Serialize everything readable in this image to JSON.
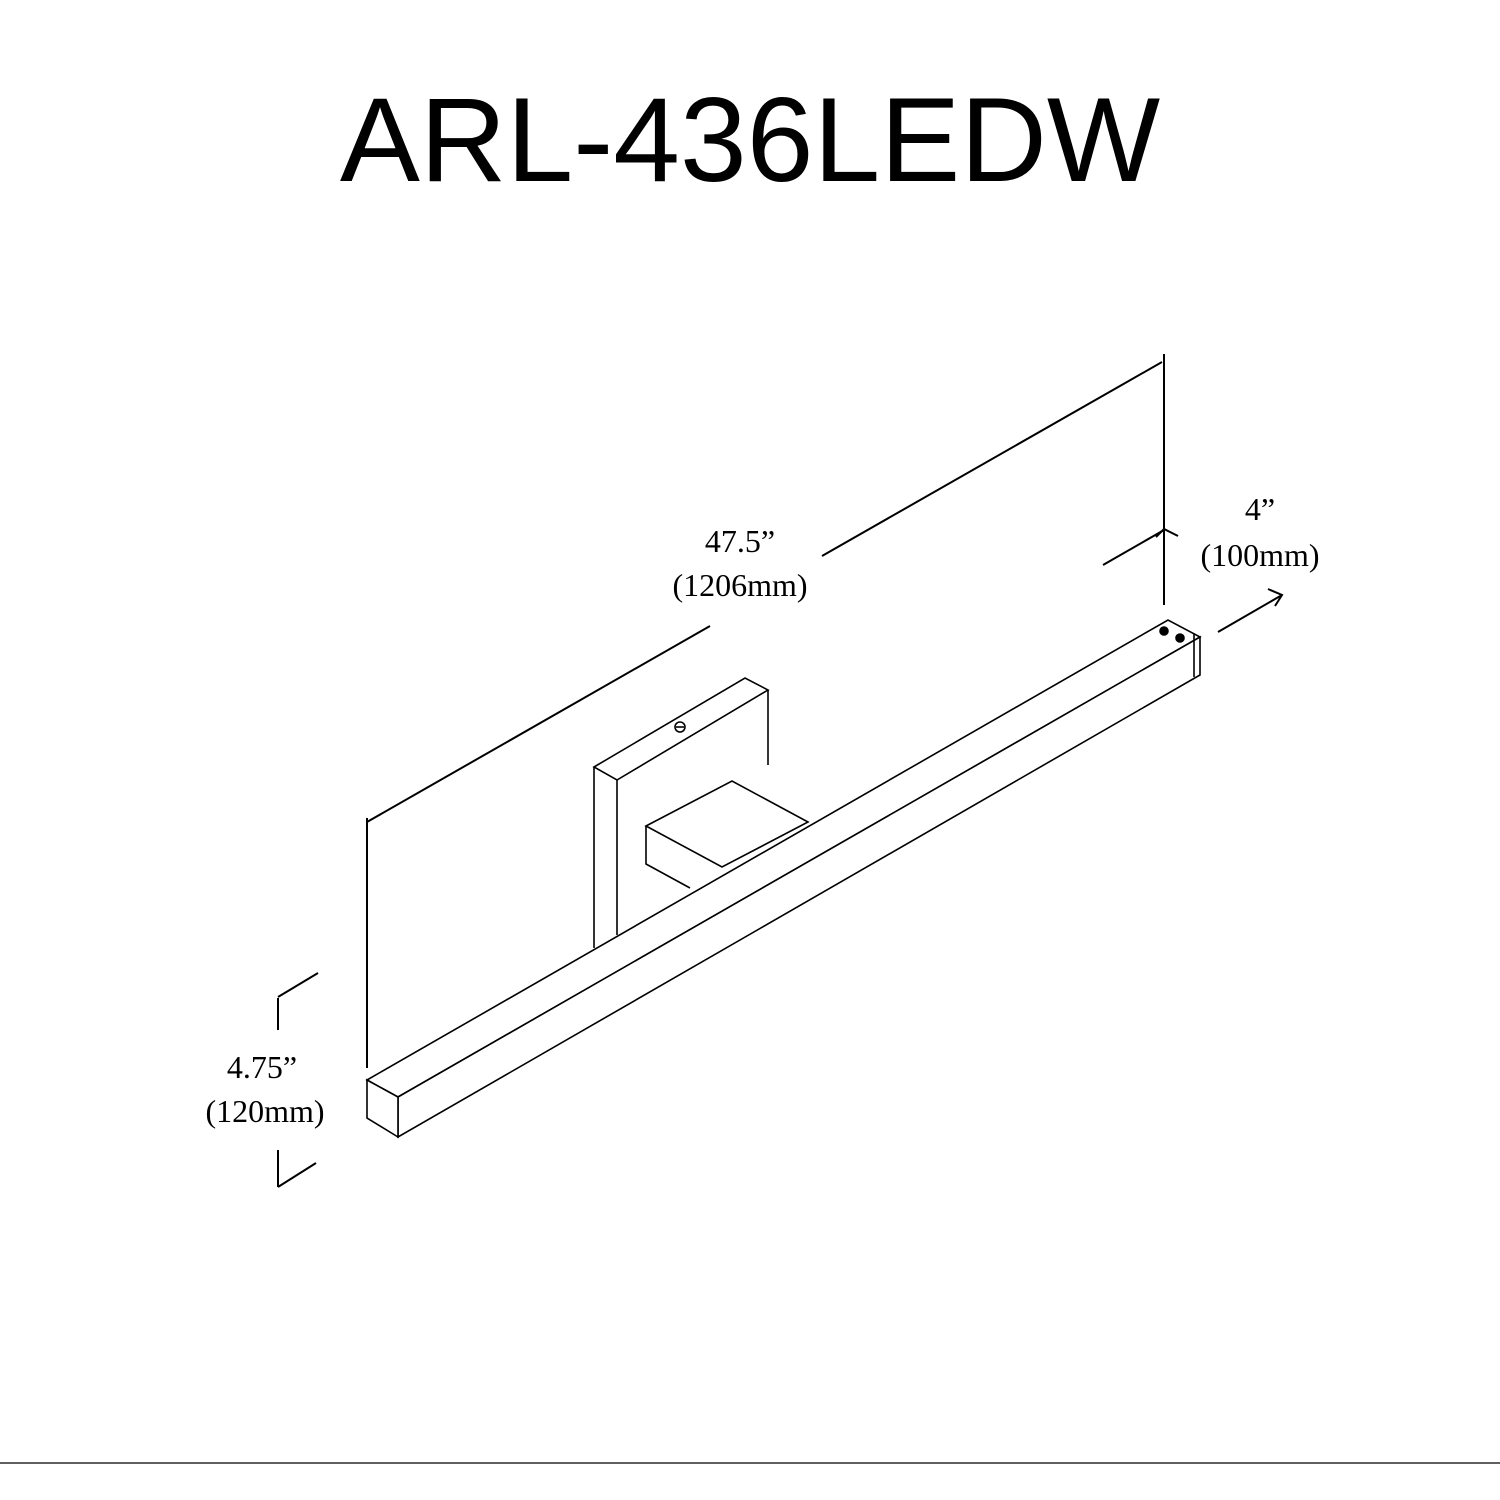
{
  "title": "ARL-436LEDW",
  "dimensions": {
    "length": {
      "imperial": "47.5”",
      "metric": "(1206mm)"
    },
    "depth": {
      "imperial": "4”",
      "metric": "(100mm)"
    },
    "height": {
      "imperial": "4.75”",
      "metric": "(120mm)"
    }
  }
}
